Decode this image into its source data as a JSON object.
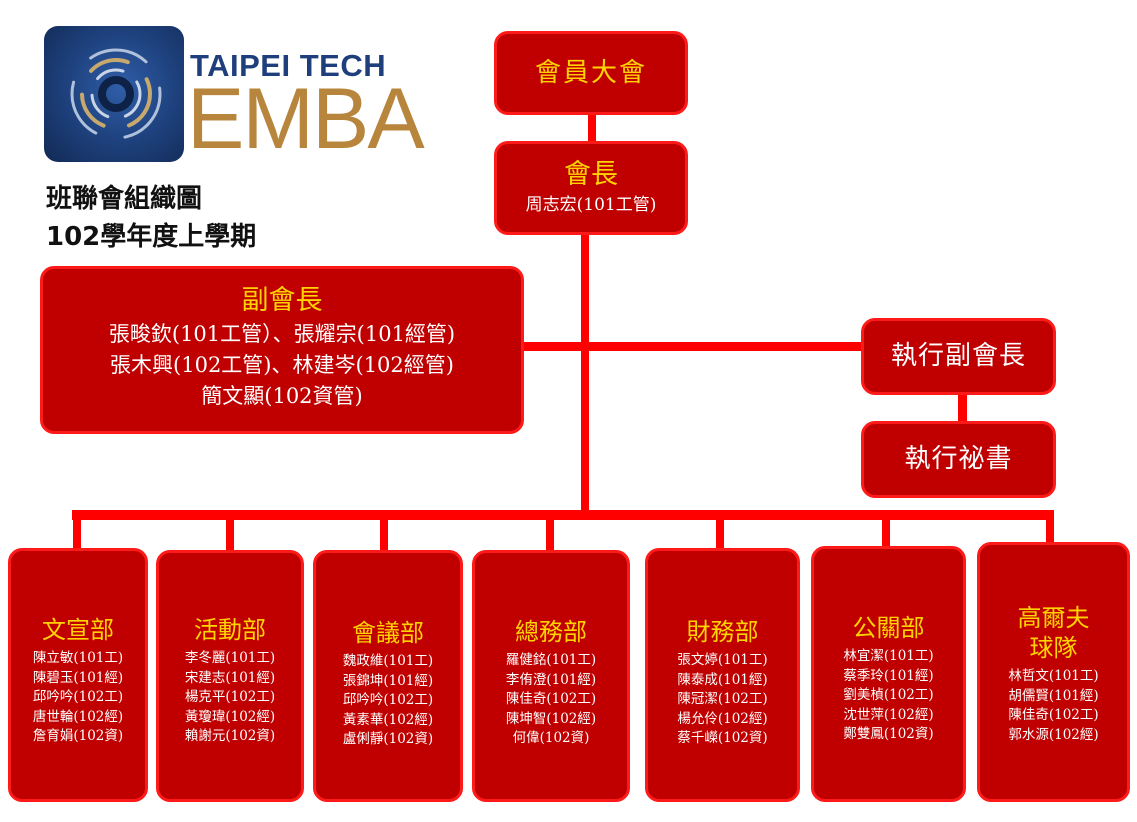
{
  "logo": {
    "brand_line1": "TAIPEI TECH",
    "brand_line2": "EMBA"
  },
  "heading": {
    "line1": "班聯會組織圖",
    "line2": "102學年度上學期"
  },
  "assembly": {
    "title": "會員大會"
  },
  "president": {
    "title": "會長",
    "name": "周志宏(101工管)"
  },
  "vice_president": {
    "title": "副會長",
    "lines": [
      "張畯欽(101工管）、張耀宗(101經管)",
      "張木興(102工管)、林建岑(102經管)",
      "簡文顯(102資管)"
    ]
  },
  "exec_vp": {
    "title": "執行副會長"
  },
  "exec_secretary": {
    "title": "執行祕書"
  },
  "departments": [
    {
      "title": "文宣部",
      "members": [
        "陳立敏(101工)",
        "陳碧玉(101經)",
        "邱吟吟(102工)",
        "唐世輪(102經)",
        "詹育娟(102資)"
      ]
    },
    {
      "title": "活動部",
      "members": [
        "李冬麗(101工)",
        "宋建志(101經)",
        "楊克平(102工)",
        "黃瓊瑋(102經)",
        "賴謝元(102資)"
      ]
    },
    {
      "title": "會議部",
      "members": [
        "魏政維(101工)",
        "張錦坤(101經)",
        "邱吟吟(102工)",
        "黃素華(102經)",
        "盧俐靜(102資)"
      ]
    },
    {
      "title": "總務部",
      "members": [
        "羅健銘(101工)",
        "李侑澄(101經)",
        "陳佳奇(102工)",
        "陳坤智(102經)",
        "何偉(102資)"
      ]
    },
    {
      "title": "財務部",
      "members": [
        "張文婷(101工)",
        "陳泰成(101經)",
        "陳冠潔(102工)",
        "楊允伶(102經)",
        "蔡千嶸(102資)"
      ]
    },
    {
      "title": "公關部",
      "members": [
        "林宜潔(101工)",
        "蔡季玲(101經)",
        "劉美楨(102工)",
        "沈世萍(102經)",
        "鄭雙鳳(102資)"
      ]
    },
    {
      "title": "高爾夫球隊",
      "title_lines": [
        "高爾夫",
        "球隊"
      ],
      "members": [
        "林哲文(101工)",
        "胡儒賢(101經)",
        "陳佳奇(102工)",
        "郭水源(102經)"
      ]
    }
  ],
  "colors": {
    "box_fill": "#c00000",
    "box_border": "#ff1a1a",
    "connector": "#ff0000",
    "title_text": "#ffd400",
    "body_text": "#ffffff",
    "brand_blue": "#1f3f7c",
    "brand_gold": "#b8853d"
  }
}
